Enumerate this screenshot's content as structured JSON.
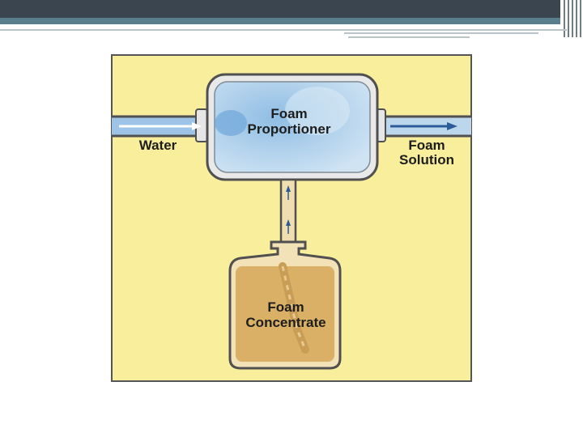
{
  "slide": {
    "theme": {
      "header_color": "#3b4550",
      "header_accent": "#5a7d8e",
      "panel_color": "#f8ee9c"
    },
    "diagram": {
      "proportioner_label_line1": "Foam",
      "proportioner_label_line2": "Proportioner",
      "water_label": "Water",
      "solution_label_line1": "Foam",
      "solution_label_line2": "Solution",
      "concentrate_label_line1": "Foam",
      "concentrate_label_line2": "Concentrate",
      "colors": {
        "water": "#9dc4e6",
        "concentrate": "#d9b066",
        "pipe_outline": "#505050",
        "arrow": "#2b5c97"
      }
    }
  }
}
